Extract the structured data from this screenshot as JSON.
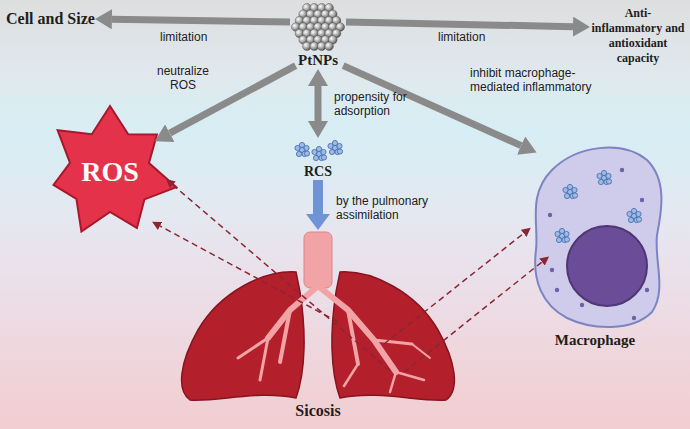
{
  "diagram": {
    "nodes": [
      {
        "text": [
          "Cell and Size"
        ]
      },
      {
        "text": [
          "PtNPs"
        ]
      },
      {
        "text": [
          "Anti-inflammatory and antioxidant capacity"
        ]
      },
      {
        "text": [
          "ROS"
        ]
      },
      {
        "text": [
          "RCS"
        ]
      },
      {
        "text": [
          "Macrophage"
        ]
      },
      {
        "text": [
          "Sicosis"
        ]
      }
    ],
    "edges": [
      {
        "from": 1,
        "to": 0,
        "arrow": "to",
        "label": "limitation"
      },
      {
        "from": 1,
        "to": 2,
        "arrow": "to",
        "label": "limitation"
      },
      {
        "from": 1,
        "to": 3,
        "arrow": "to",
        "label": "neutralize ROS"
      },
      {
        "from": 1,
        "to": 4,
        "arrow": "both",
        "label": "propensity for adsorption"
      },
      {
        "from": 1,
        "to": 5,
        "arrow": "to",
        "label": "inhibit macrophage-mediated inflammatory"
      },
      {
        "from": 4,
        "to": 6,
        "arrow": "to",
        "label": "by the pulmonary assimilation"
      },
      {
        "from": 6,
        "to": 3,
        "arrow": "to"
      },
      {
        "from": 6,
        "to": 5,
        "arrow": "to"
      }
    ]
  }
}
